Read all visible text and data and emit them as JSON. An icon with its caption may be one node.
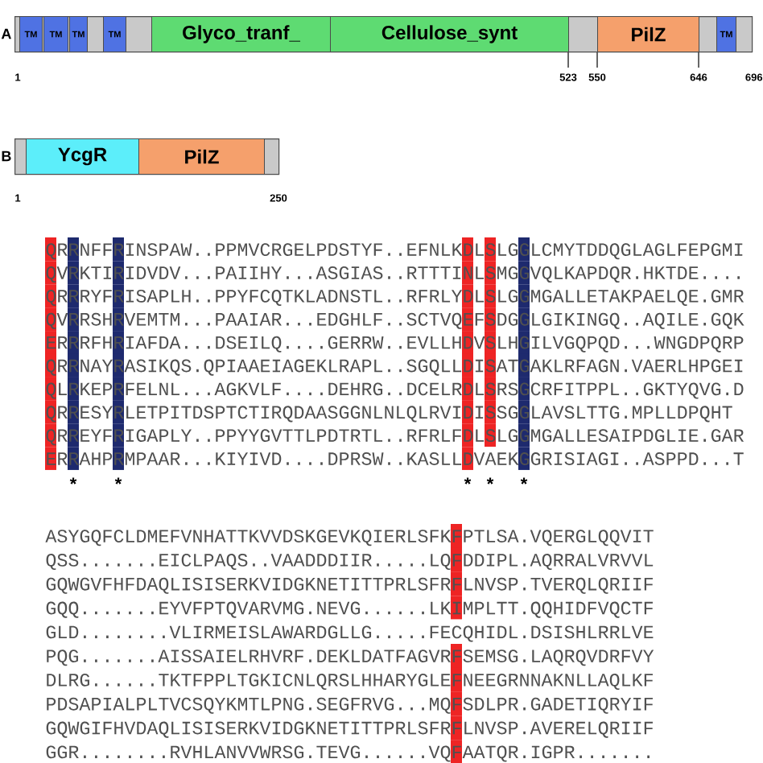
{
  "diagram": {
    "nodes": [
      {
        "text": [],
        "shape": "bar"
      },
      {
        "text": [
          "TM"
        ],
        "in": 0
      },
      {
        "text": [
          "TM"
        ],
        "in": 0
      },
      {
        "text": [
          "TM"
        ],
        "in": 0
      },
      {
        "text": [
          "TM"
        ],
        "in": 0
      },
      {
        "text": [
          "Glyco_tranf_"
        ],
        "in": 0
      },
      {
        "text": [
          "Cellulose_synt"
        ],
        "in": 0
      },
      {
        "text": [
          "PilZ"
        ],
        "in": 0
      },
      {
        "text": [
          "TM"
        ],
        "in": 0
      },
      {
        "text": [],
        "shape": "bar"
      },
      {
        "text": [
          "YcgR"
        ],
        "in": 9
      },
      {
        "text": [
          "PilZ"
        ],
        "in": 9
      }
    ],
    "labels": [
      "A",
      "1",
      "523",
      "550",
      "646",
      "696",
      "B",
      "1",
      "250",
      "QRRNFFRINSPAW..PPMVCRGELPDSTYF..EFNLKDLSLGGLCMYTDDQGLAGLFEPGMI",
      "QVRKTIRIDVDV...PAIIHY...ASGIAS..RTTTINLSMGGVQLKAPDQR.HKTDE....",
      "QRRRYFRISAPLH..PPYFCQTKLADNSTL..RFRLYDLSLGGMGALLETAKPAELQE.GMR",
      "QVRRSHRVEMTM...PAAIAR...EDGHLF..SCTVQEFSDGGLGIKINGQ..AQILE.GQK",
      "ERRRFHRIAFDA...DSEILQ....GERRW..EVLLHDVSLHGILVGQPQD...WNGDPQRP",
      "QRRNAYRASIKQS.QPIAAEIAGEKLRAPL..SGQLLDISATGAKLRFAGN.VAERLHPGEI",
      "QLRKEPRFELNL...AGKVLF....DEHRG..DCELRDLSRSGCRFITPPL..GKTYQVG.D",
      "QRRESYRLETPITDSPTCTIRQDAASGGNLNLQLRVIDISSGGLAVSLTTG.MPLLDPQHT",
      "QRREYFRIGAPLY..PPYYGVTTLPDTRTL..RFRLFDLSLGGMGALLESAIPDGLIE.GAR",
      "ERRAHPRMPAAR...KIYIVD....DPRSW..KASLLDVAEKGGRISIAGI..ASPPD...T",
      "*",
      "*",
      "*",
      "*",
      "*",
      "ASYGQFCLDMEFVNHATTKVVDSKGEVKQIERLSFKFPTLSA.VQERGLQQVIT",
      "QSS.......EICLPAQS..VAADDDIIR.....LQFDDIPL.AQRRALVRVVL",
      "GQWGVFHFDAQLISISERKVIDGKNETITTPRLSFRFLNVSP.TVERQLQRIIF",
      "GQQ.......EYVFPTQVARVMG.NEVG......LKIMPLTT.QQHIDFVQCTF",
      "GLD........VLIRMEISLAWARDGLLG.....FECQHIDL.DSISHLRRLVE",
      "PQG.......AISSAIELRHVRF.DEKLDATFAGVRFSEMSG.LAQRQVDRFVY",
      "DLRG......TKTFPPLTGKICNLQRSLHHARYGLEFNEEGRNNAKNLLAQLKF",
      "PDSAPIALPLTVCSQYKMTLPNG.SEGFRVG...MQFSDLPR.GADETIQRYIF",
      "GQWGIFHVDAQLISISERKVIDGKNETITTPRLSFRFLNVSP.AVERELQRIIF",
      "GGR........RVHLANVVWRSG.TEVG......VQFAATQR.IGPR......."
    ]
  }
}
